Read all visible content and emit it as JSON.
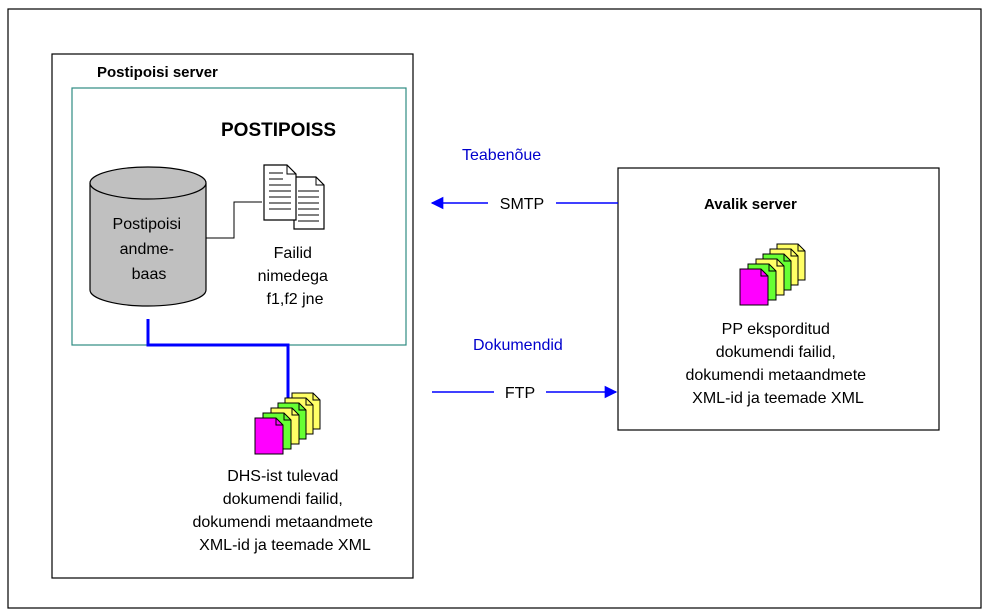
{
  "outer_frame": {},
  "postipoisi_server": {
    "title": "Postipoisi server"
  },
  "postipoiss": {
    "title": "POSTIPOISS"
  },
  "database": {
    "lines": [
      "Postipoisi",
      "andme-",
      "baas"
    ]
  },
  "files_named": {
    "lines": [
      "Failid",
      "nimedega",
      "f1,f2 jne"
    ]
  },
  "dhs_files": {
    "lines": [
      "DHS-ist tulevad",
      "dokumendi failid,",
      "dokumendi metaandmete",
      "XML-id ja teemade XML"
    ]
  },
  "avalik_server": {
    "title": "Avalik server",
    "lines": [
      "PP eksporditud",
      "dokumendi failid,",
      "dokumendi metaandmete",
      "XML-id ja teemade XML"
    ]
  },
  "connections": {
    "request_label": "Teabenõue",
    "smtp_label": "SMTP",
    "documents_label": "Dokumendid",
    "ftp_label": "FTP"
  },
  "colors": {
    "frame": "#000000",
    "postipoiss_border": "#2e8b82",
    "link_blue": "#0000ff",
    "label_blue": "#0000cc",
    "db_fill": "#c0c0c0",
    "doc_yellow": "#ffff66",
    "doc_green": "#66ff33",
    "doc_magenta": "#ff00ff"
  }
}
